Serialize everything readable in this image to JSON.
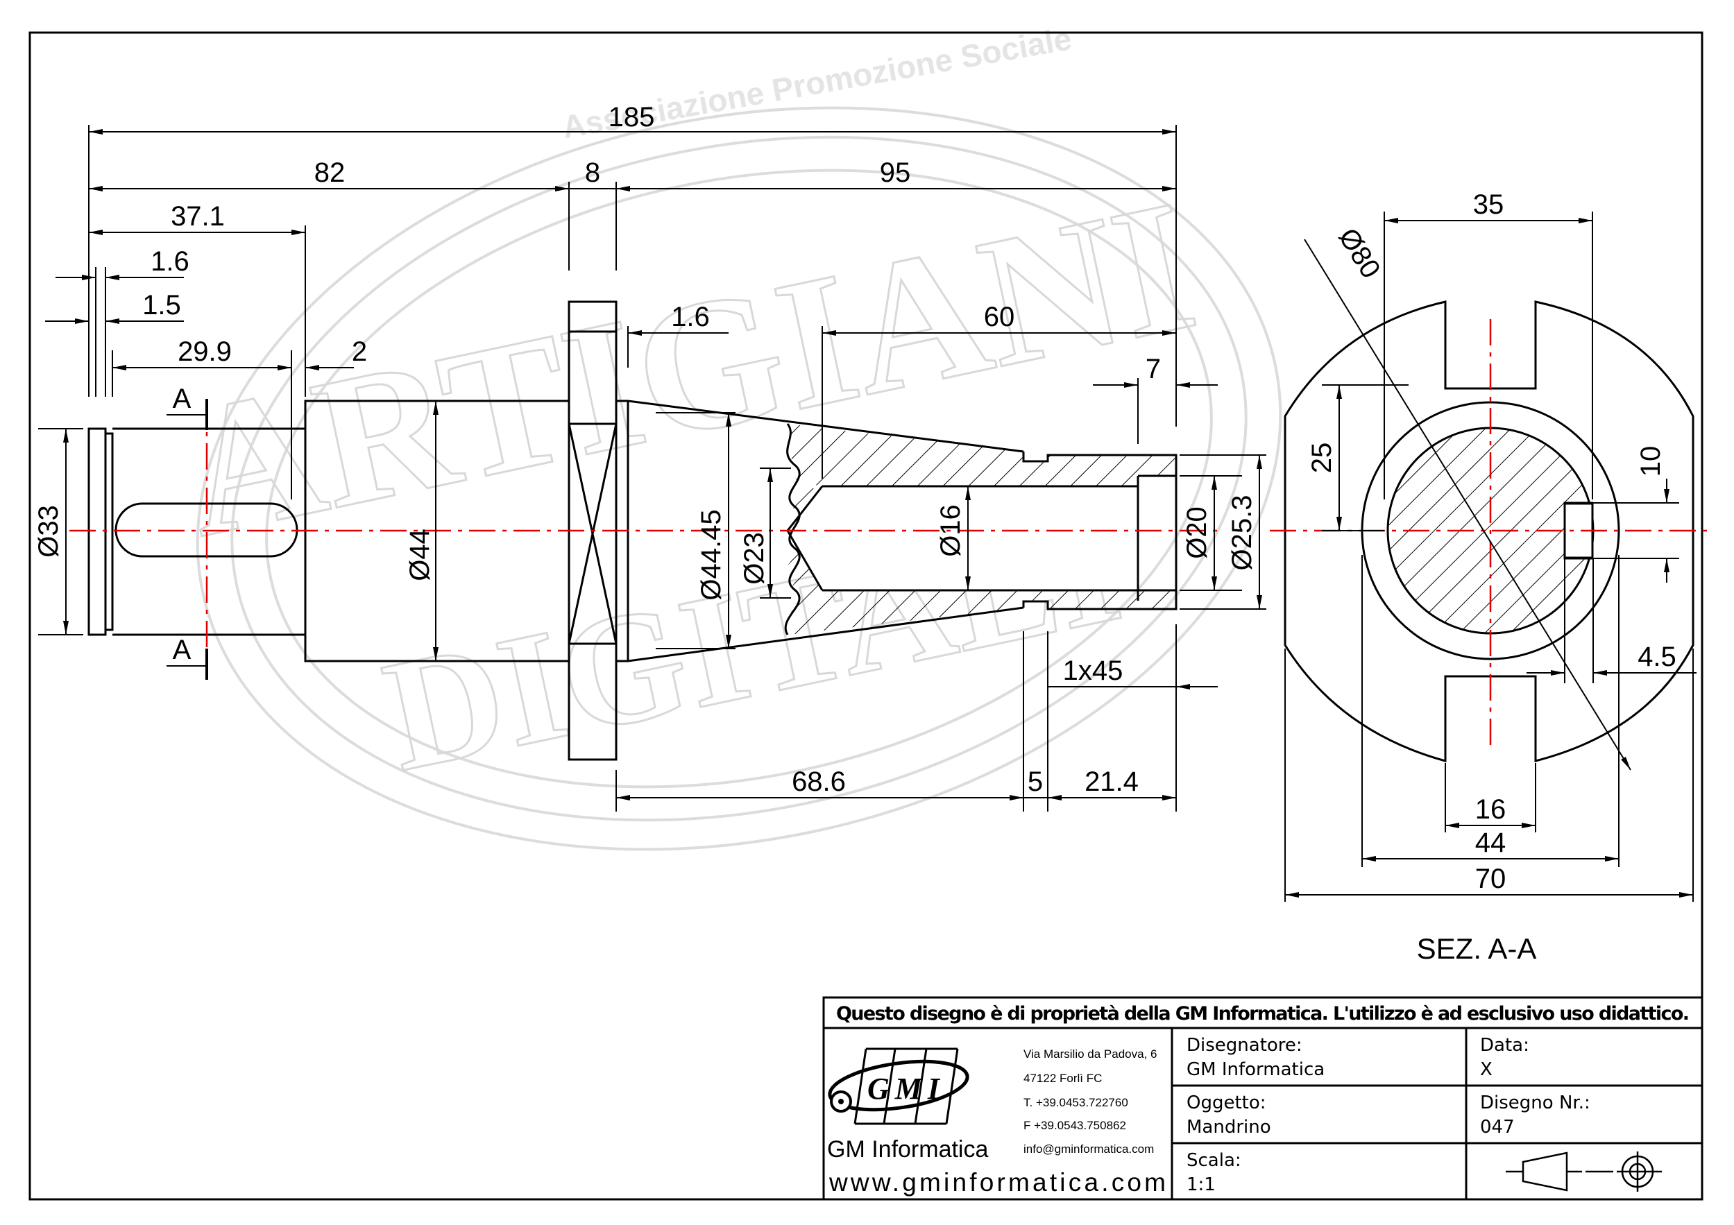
{
  "watermark": {
    "arc_text": "Associazione Promozione Sociale",
    "outline_word_1": "ARTIGIANI",
    "outline_word_2": "DIGITALI"
  },
  "dimensions": {
    "d185": "185",
    "d82": "82",
    "d8": "8",
    "d95": "95",
    "d37_1": "37.1",
    "d1_6a": "1.6",
    "d1_5": "1.5",
    "d29_9": "29.9",
    "d2": "2",
    "d1_6b": "1.6",
    "d60": "60",
    "d7": "7",
    "d_phi33": "Ø33",
    "d_phi44": "Ø44",
    "d_phi44_45": "Ø44.45",
    "d_phi23": "Ø23",
    "d_phi16": "Ø16",
    "d_phi20": "Ø20",
    "d_phi25_3": "Ø25.3",
    "d1x45": "1x45",
    "d68_6": "68.6",
    "d5": "5",
    "d21_4": "21.4",
    "section_mark": "A",
    "d35": "35",
    "d_phi80": "Ø80",
    "d25": "25",
    "d10": "10",
    "d4_5": "4.5",
    "d16": "16",
    "d44": "44",
    "d70": "70",
    "section_label": "SEZ. A-A"
  },
  "title_block": {
    "notice": "Questo disegno è di proprietà della GM Informatica. L'utilizzo è ad esclusivo uso didattico.",
    "logo_text": "GMI",
    "company": "GM Informatica",
    "website": "www.gminformatica.com",
    "address_1": "Via Marsilio da Padova, 6",
    "address_2": "47122  Forlì  FC",
    "phone": "T. +39.0453.722760",
    "fax": "F +39.0543.750862",
    "email": "info@gminformatica.com",
    "drafter_label": "Disegnatore:",
    "drafter_value": "GM  Informatica",
    "date_label": "Data:",
    "date_value": "X",
    "object_label": "Oggetto:",
    "object_value": "Mandrino",
    "drawing_no_label": "Disegno  Nr.:",
    "drawing_no_value": "047",
    "scale_label": "Scala:",
    "scale_value": "1:1"
  },
  "colors": {
    "line": "#000000",
    "centerline": "#e00000",
    "watermark": "#d9d9d9"
  }
}
